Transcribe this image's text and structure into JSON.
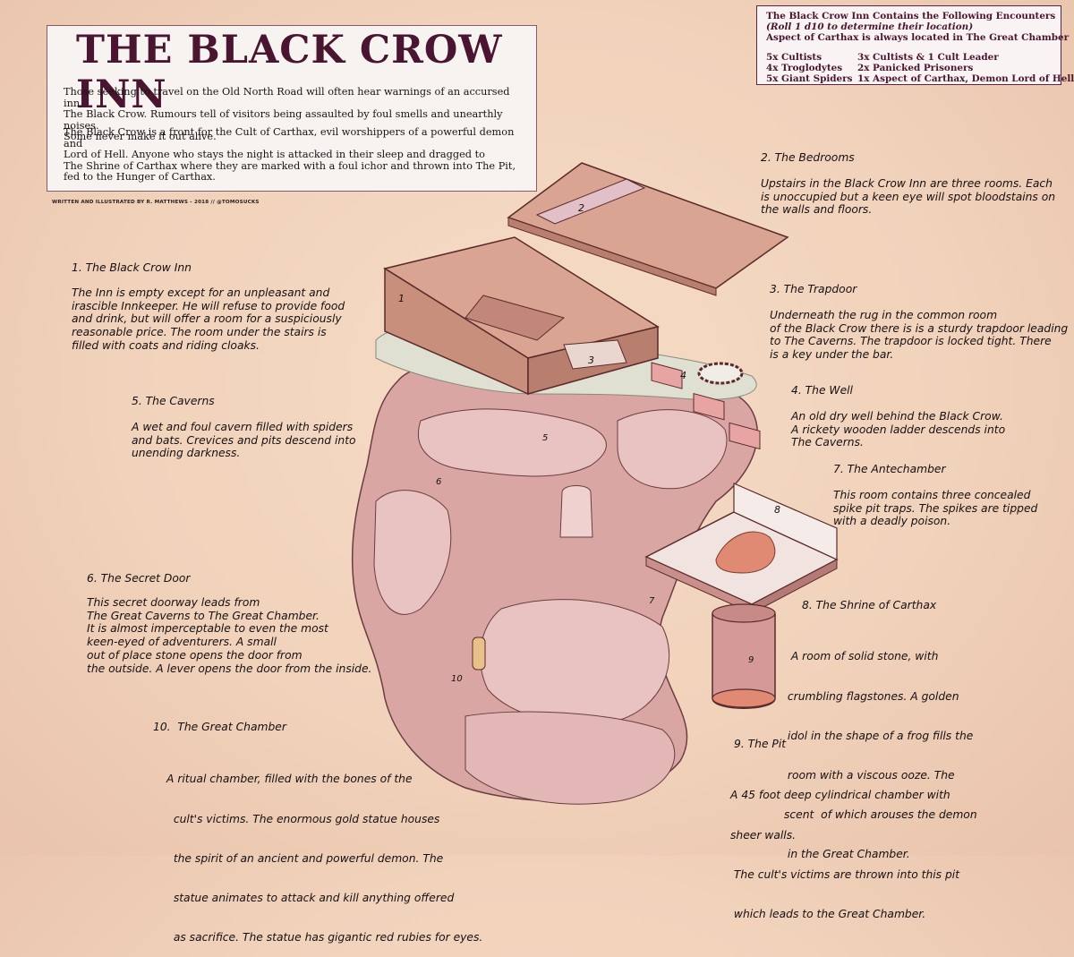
{
  "title": "THE BLACK CROW INN",
  "intro": {
    "paragraph1": [
      "Those seeking to travel on the Old North Road will often hear warnings of an accursed inn,",
      "The Black Crow. Rumours tell of visitors being assaulted by foul smells and unearthly noises.",
      "Some never make it out alive."
    ],
    "paragraph2": [
      "The Black Crow is a front for the Cult of Carthax, evil worshippers of a powerful demon and",
      "Lord of Hell. Anyone who stays the night is attacked in their sleep and dragged to",
      "The Shrine of Carthax where they are marked with a foul ichor and thrown into The Pit,",
      "fed to the Hunger of Carthax."
    ]
  },
  "credit": "WRITTEN AND ILLUSTRATED BY R. MATTHEWS - 2018  // @TOMOSUCKS",
  "encounters": {
    "heading": "The Black Crow Inn Contains the Following Encounters",
    "subheading": "(Roll 1 d10 to determine their location)",
    "note": "Aspect of Carthax is always located in The Great Chamber",
    "left": [
      "5x Cultists",
      "4x Troglodytes",
      "5x Giant Spiders"
    ],
    "right": [
      "3x Cultists & 1 Cult Leader",
      "2x Panicked Prisoners",
      "1x Aspect of Carthax, Demon Lord of Hell"
    ]
  },
  "sections": [
    {
      "heading": "1. The Black Crow Inn",
      "lines": [
        "The Inn is empty except for an unpleasant and",
        "irascible Innkeeper. He will refuse to provide food",
        "and drink, but will offer a room for a suspiciously",
        "reasonable price.  The room under the stairs is",
        "filled with coats and riding cloaks."
      ]
    },
    {
      "heading": "2. The Bedrooms",
      "lines": [
        "Upstairs in the Black Crow Inn are three rooms. Each",
        "is unoccupied but a keen eye will spot bloodstains on",
        "the walls and floors."
      ]
    },
    {
      "heading": "3. The Trapdoor",
      "lines": [
        "Underneath the rug in the common room",
        "of the Black Crow there is is a sturdy trapdoor leading",
        "to The Caverns. The trapdoor is locked tight. There",
        "is a key under the bar."
      ]
    },
    {
      "heading": "4. The Well",
      "lines": [
        "An old dry well behind the Black Crow.",
        "A rickety wooden ladder descends into",
        "The Caverns."
      ]
    },
    {
      "heading": "5. The Caverns",
      "lines": [
        "A wet and foul cavern filled with spiders",
        "and bats. Crevices and pits descend into",
        "unending darkness."
      ]
    },
    {
      "heading": "6. The Secret Door",
      "lines": [
        "This secret doorway leads from",
        "The Great Caverns to The Great Chamber.",
        "It is almost imperceptable to even the most",
        "keen-eyed of adventurers. A small",
        "out of place stone opens the door from",
        "the outside. A lever opens the door from the inside."
      ]
    },
    {
      "heading": "7. The Antechamber",
      "lines": [
        "This room contains three concealed",
        "spike pit traps. The spikes are tipped",
        "with a deadly poison."
      ]
    },
    {
      "heading": "8. The Shrine of  Carthax",
      "lines": [
        "  A room of solid stone, with",
        " crumbling flagstones. A golden",
        " idol in the shape of a frog fills the",
        " room with a viscous ooze. The",
        "scent  of which arouses the demon",
        " in the Great Chamber."
      ]
    },
    {
      "heading": "9. The Pit",
      "lines": [
        "A 45 foot deep cylindrical chamber with",
        "sheer walls.",
        " The cult's victims are thrown into this pit",
        " which leads to the Great Chamber."
      ]
    },
    {
      "heading": "10.  The Great Chamber",
      "lines": [
        "A ritual chamber, filled with the bones of the",
        "  cult's victims. The enormous gold statue houses",
        "  the spirit of an ancient and powerful demon. The",
        "  statue animates to attack and kill anything offered",
        "  as sacrifice. The statue has gigantic red rubies for eyes."
      ]
    }
  ],
  "map_labels": [
    "1",
    "2",
    "3",
    "4",
    "5",
    "6",
    "7",
    "8",
    "9",
    "10"
  ],
  "colors": {
    "title": "#4a1530",
    "cavern": "#d9a6a4",
    "inn_floor": "#d9a491",
    "shrine_ooze": "#e08a73",
    "parchment": "#f4d8c2"
  }
}
